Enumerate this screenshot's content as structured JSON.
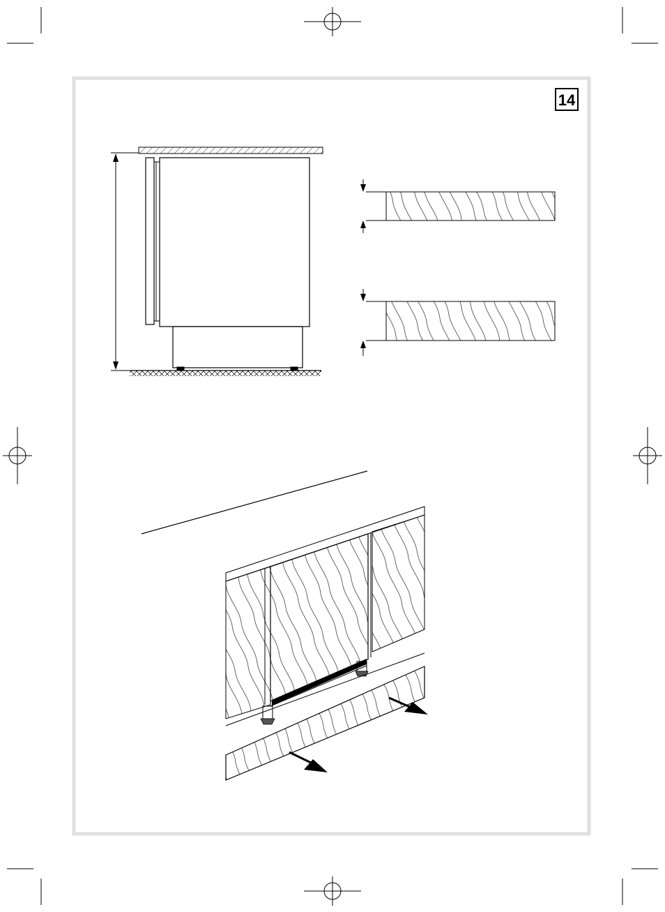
{
  "page": {
    "figure_number": "14",
    "frame_color": "#e0e0e0",
    "line_color": "#000000"
  },
  "figures": {
    "side_view": {
      "icon": "appliance-side-view-icon"
    },
    "plinth_sections": {
      "icon": "plinth-cross-section-icon",
      "count": 2
    },
    "perspective_view": {
      "icon": "plinth-install-perspective-icon",
      "arrow_count": 2
    }
  }
}
